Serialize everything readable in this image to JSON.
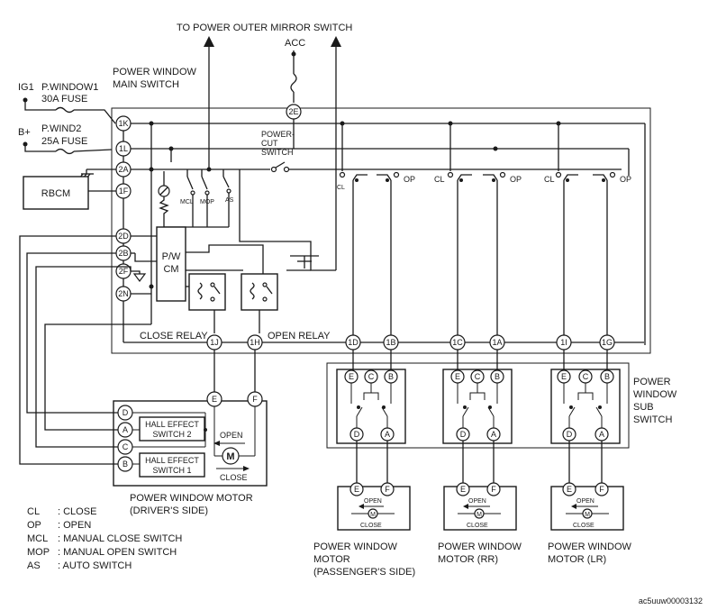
{
  "title": "TO POWER OUTER MIRROR SWITCH",
  "acc": "ACC",
  "ig1": "IG1",
  "bplus": "B+",
  "fuse1": [
    "P.WINDOW1",
    "30A FUSE"
  ],
  "fuse2": [
    "P.WIND2",
    "25A FUSE"
  ],
  "main_switch": [
    "POWER WINDOW",
    "MAIN SWITCH"
  ],
  "power_cut": [
    "POWER-",
    "CUT",
    "SWITCH"
  ],
  "rbcm": "RBCM",
  "pwcm": [
    "P/W",
    "CM"
  ],
  "switch_labels": {
    "mcl": "MCL",
    "mop": "MOP",
    "as": "AS"
  },
  "connectors_left": [
    "1K",
    "1L",
    "2A",
    "1F",
    "2D",
    "2B",
    "2F",
    "2N"
  ],
  "connector_2e": "2E",
  "connector_1j": "1J",
  "connector_1h": "1H",
  "close_relay": "CLOSE RELAY",
  "open_relay": "OPEN RELAY",
  "sub_connectors": [
    [
      "1D",
      "1B"
    ],
    [
      "1C",
      "1A"
    ],
    [
      "1I",
      "1G"
    ]
  ],
  "cl": "CL",
  "op": "OP",
  "sub_switch_terms": [
    "E",
    "C",
    "B",
    "D",
    "A"
  ],
  "sub_switch_label": [
    "POWER",
    "WINDOW",
    "SUB",
    "SWITCH"
  ],
  "driver_motor": {
    "terms_top": [
      "E",
      "F"
    ],
    "terms_left": [
      "D",
      "A",
      "C",
      "B"
    ],
    "hall1": [
      "HALL EFFECT",
      "SWITCH 2"
    ],
    "hall2": [
      "HALL EFFECT",
      "SWITCH 1"
    ],
    "open": "OPEN",
    "close": "CLOSE",
    "motor": "M",
    "caption": [
      "POWER WINDOW MOTOR",
      "(DRIVER'S SIDE)"
    ]
  },
  "small_motor": {
    "terms": [
      "E",
      "F"
    ],
    "open": "OPEN",
    "close": "CLOSE",
    "motor": "M"
  },
  "motor_captions": [
    [
      "POWER WINDOW",
      "MOTOR",
      "(PASSENGER'S SIDE)"
    ],
    [
      "POWER WINDOW",
      "MOTOR (RR)"
    ],
    [
      "POWER WINDOW",
      "MOTOR (LR)"
    ]
  ],
  "legend": [
    [
      "CL",
      ": CLOSE"
    ],
    [
      "OP",
      ": OPEN"
    ],
    [
      "MCL",
      ": MANUAL CLOSE SWITCH"
    ],
    [
      "MOP",
      ": MANUAL OPEN SWITCH"
    ],
    [
      "AS",
      ": AUTO SWITCH"
    ]
  ],
  "doc_id": "ac5uuw00003132"
}
